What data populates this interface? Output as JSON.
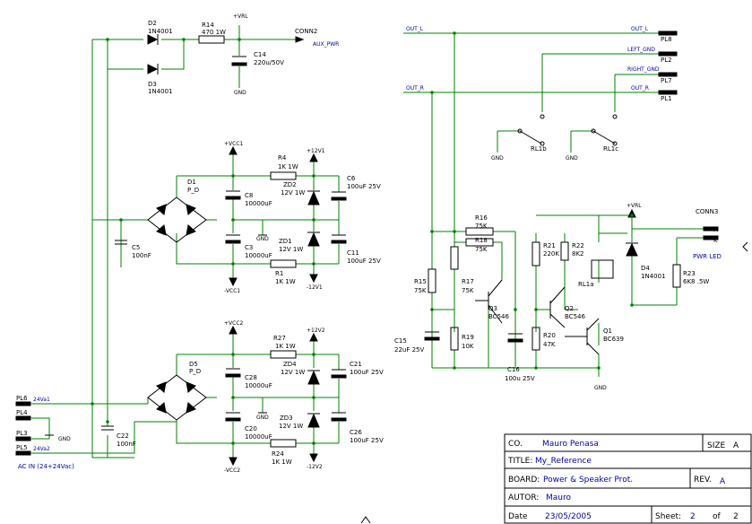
{
  "power_section": {
    "d2": {
      "ref": "D2",
      "value": "1N4001"
    },
    "d3": {
      "ref": "D3",
      "value": "1N4001"
    },
    "r14": {
      "ref": "R14",
      "value": "470 1W"
    },
    "c14": {
      "ref": "C14",
      "value": "220u/50V"
    },
    "vrl_top": "+VRL",
    "gnd_top": "GND",
    "conn2": "CONN2",
    "aux_pwr": "AUX_PWR",
    "vcc1": "+VCC1",
    "v12_1": "+12V1",
    "r4": {
      "ref": "R4",
      "value": "1K 1W"
    },
    "zd2": {
      "ref": "ZD2",
      "value": "12V 1W"
    },
    "c6": {
      "ref": "C6",
      "value": "100uF 25V"
    },
    "d1": {
      "ref": "D1",
      "value": "P_D"
    },
    "c8": {
      "ref": "C8",
      "value": "10000uF"
    },
    "c5": {
      "ref": "C5",
      "value": "100nF"
    },
    "zd1": {
      "ref": "ZD1",
      "value": "12V 1W"
    },
    "c3": {
      "ref": "C3",
      "value": "10000uF"
    },
    "c11": {
      "ref": "C11",
      "value": "100uF 25V"
    },
    "r1": {
      "ref": "R1",
      "value": "1K 1W"
    },
    "nvcc1": "-VCC1",
    "n12v1": "-12V1",
    "gnd_mid1": "GND",
    "vcc2": "+VCC2",
    "v12_2": "+12V2",
    "r27": {
      "ref": "R27",
      "value": "1K 1W"
    },
    "zd4": {
      "ref": "ZD4",
      "value": "12V 1W"
    },
    "c21": {
      "ref": "C21",
      "value": "100uF 25V"
    },
    "d5": {
      "ref": "D5",
      "value": "P_D"
    },
    "c28": {
      "ref": "C28",
      "value": "10000uF"
    },
    "zd3": {
      "ref": "ZD3",
      "value": "12V 1W"
    },
    "c20": {
      "ref": "C20",
      "value": "10000uF"
    },
    "c26": {
      "ref": "C26",
      "value": "100uF 25V"
    },
    "r24": {
      "ref": "R24",
      "value": "1K 1W"
    },
    "nvcc2": "-VCC2",
    "n12v2": "-12V2",
    "gnd_mid2": "GND",
    "c22": {
      "ref": "C22",
      "value": "100nF"
    },
    "pl6": {
      "ref": "PL6",
      "net": "24Va1"
    },
    "pl4": {
      "ref": "PL4"
    },
    "pl3": {
      "ref": "PL3"
    },
    "pl5": {
      "ref": "PL5",
      "net": "24Va2"
    },
    "gnd_left": "GND",
    "ac_in": "AC IN (24+24Vac)"
  },
  "protection_section": {
    "out_l": "OUT_L",
    "out_r": "OUT_R",
    "pl8": {
      "ref": "PL8",
      "net": "OUT_L"
    },
    "pl2": {
      "ref": "PL2",
      "net": "LEFT_GND"
    },
    "pl7": {
      "ref": "PL7",
      "net": "RIGHT_GND"
    },
    "pl1": {
      "ref": "PL1",
      "net": "OUT_R"
    },
    "rl1b": "RL1b",
    "rl1c": "RL1c",
    "gnd_a": "GND",
    "gnd_b": "GND",
    "r16": {
      "ref": "R16",
      "value": "75K"
    },
    "r18": {
      "ref": "R18",
      "value": "75K"
    },
    "r15": {
      "ref": "R15",
      "value": "75K"
    },
    "r17": {
      "ref": "R17",
      "value": "75K"
    },
    "r19": {
      "ref": "R19",
      "value": "10K"
    },
    "c15": {
      "ref": "C15",
      "value": "22uF 25V"
    },
    "c16": {
      "ref": "C16",
      "value": "100u 25V"
    },
    "q3": {
      "ref": "Q3",
      "value": "BC546"
    },
    "r21": {
      "ref": "R21",
      "value": "220K"
    },
    "r20": {
      "ref": "R20",
      "value": "47K"
    },
    "r22": {
      "ref": "R22",
      "value": "8K2"
    },
    "q2": {
      "ref": "Q2",
      "value": "BC546"
    },
    "q1": {
      "ref": "Q1",
      "value": "BC639"
    },
    "rl1a": "RL1a",
    "d4": {
      "ref": "D4",
      "value": "1N4001"
    },
    "r23": {
      "ref": "R23",
      "value": "6K8 .5W"
    },
    "vrl": "+VRL",
    "conn3": "CONN3",
    "pin_a": "A",
    "pin_k": "K",
    "pwr_led": "PWR LED",
    "gnd_c": "GND"
  },
  "title_block": {
    "co_label": "CO.",
    "co_value": "Mauro Penasa",
    "size_label": "SIZE",
    "size_value": "A",
    "title_label": "TITLE:",
    "title_value": "My_Reference",
    "board_label": "BOARD:",
    "board_value": "Power & Speaker Prot.",
    "rev_label": "REV.",
    "rev_value": "A",
    "autor_label": "AUTOR:",
    "autor_value": "Mauro",
    "date_label": "Date",
    "date_value": "23/05/2005",
    "sheet_label": "Sheet:",
    "sheet_value": "2",
    "of_label": "of",
    "of_value": "2"
  }
}
